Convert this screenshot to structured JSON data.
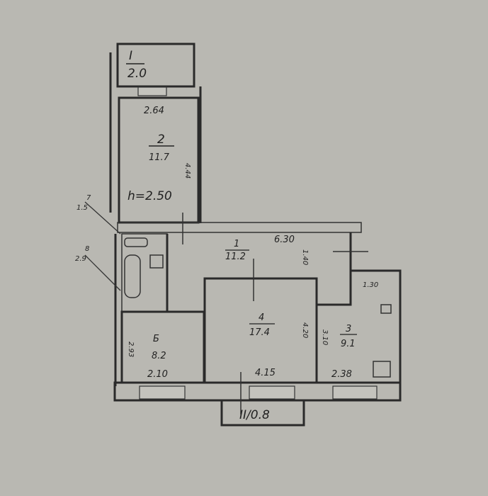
{
  "plan": {
    "ceiling_height": "h=2.50",
    "rooms": {
      "balcony1": {
        "number": "I",
        "area": "2.0"
      },
      "room2": {
        "number": "2",
        "area": "11.7",
        "width": "2.64",
        "length": "4.44"
      },
      "room7": {
        "number": "7",
        "area": "1.5"
      },
      "room8": {
        "number": "8",
        "area": "2.9"
      },
      "room1": {
        "number": "1",
        "area": "11.2",
        "length": "6.30",
        "width": "1.40"
      },
      "room4": {
        "number": "4",
        "area": "17.4",
        "length": "4.20",
        "width": "4.15"
      },
      "room6": {
        "number": "Б",
        "area": "8.2",
        "length": "2.93",
        "width": "2.10"
      },
      "room3": {
        "number": "3",
        "area": "9.1",
        "length": "3.10",
        "width": "2.38",
        "extra": "1.30"
      },
      "balcony2": {
        "label": "II/0.8"
      }
    }
  }
}
